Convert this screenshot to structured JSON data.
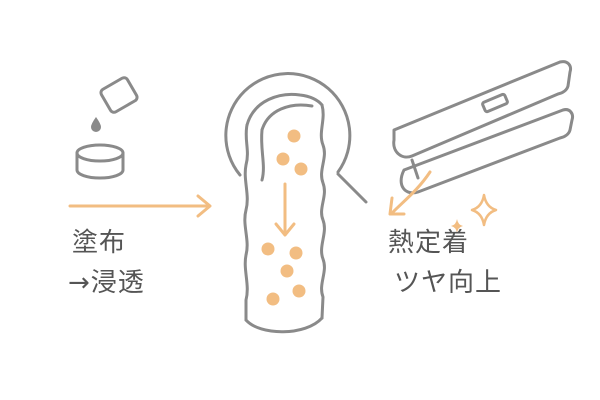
{
  "labels": {
    "step1_line1": "塗布",
    "step1_line2": "→浸透",
    "step2_line1": "熱定着",
    "step2_line2": "ツヤ向上"
  },
  "colors": {
    "line": "#8a8a8a",
    "accent": "#f2bd82",
    "text": "#555555",
    "background": "#ffffff"
  },
  "icons": [
    "treatment-sachet-icon",
    "droplet-icon",
    "bowl-icon",
    "hair-strand-icon",
    "magnifier-circle-icon",
    "flat-iron-icon",
    "sparkle-icon"
  ]
}
